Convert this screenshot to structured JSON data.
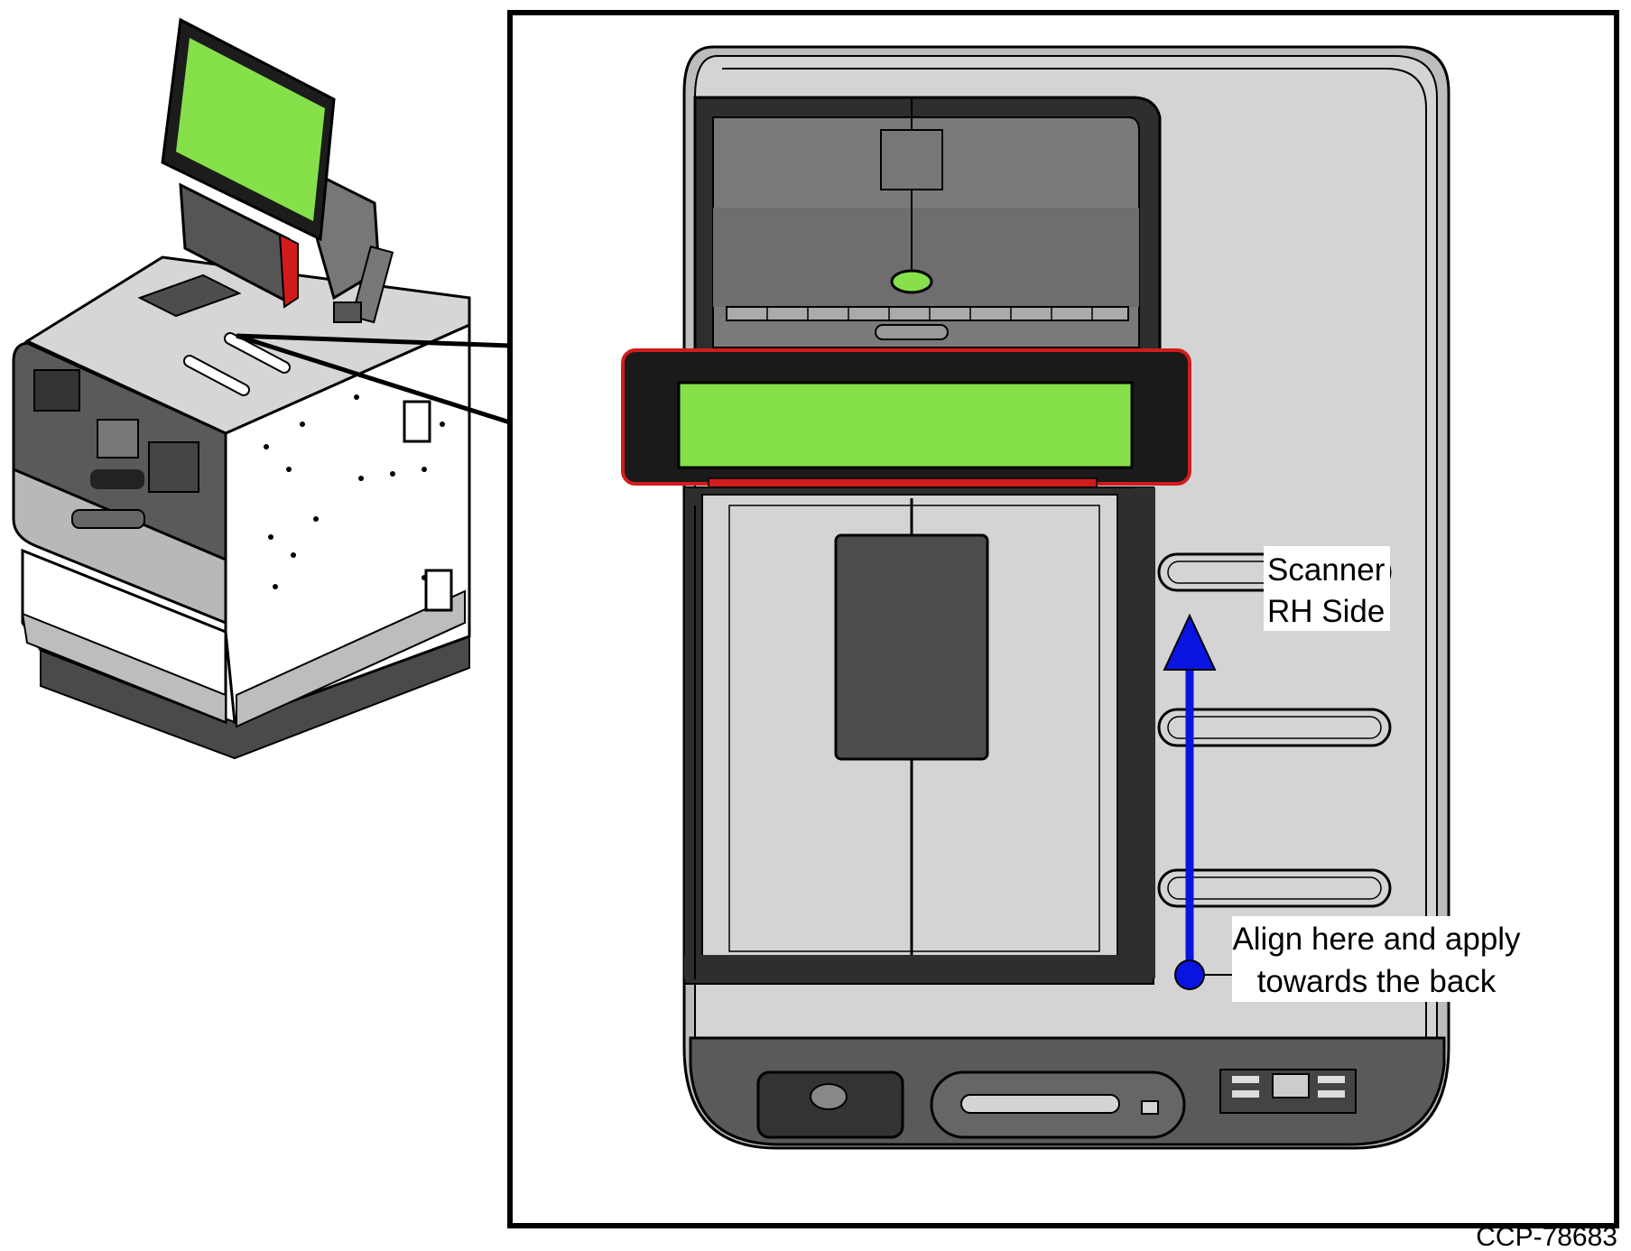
{
  "callouts": {
    "scanner_line1": "Scanner",
    "scanner_line2": "RH Side",
    "align_line1": "Align here and apply",
    "align_line2": "towards the back"
  },
  "figure_id": "CCP-78683",
  "colors": {
    "screen_green": "#86e04a",
    "arrow_blue": "#0a14e0",
    "bezel_red": "#d21c1c",
    "body_gray": "#d4d4d4",
    "dark_gray": "#4d4d4d"
  },
  "icons": [
    "kiosk-overview-illustration",
    "zoom-detail-view",
    "direction-arrow-icon",
    "alignment-point-icon"
  ]
}
